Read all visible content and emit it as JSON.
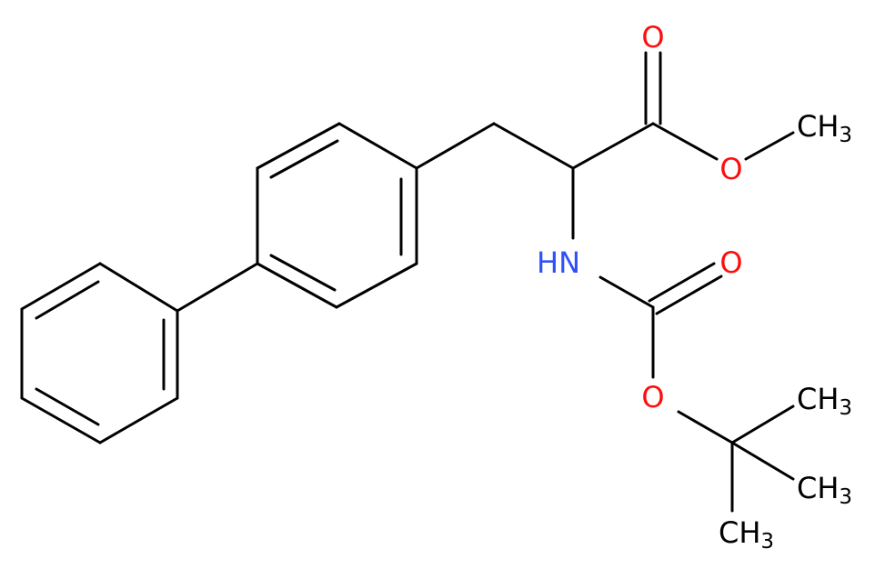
{
  "colors": {
    "bond": "#000000",
    "carbon": "#000000",
    "oxygen": "#ff0d0d",
    "nitrogen": "#3050f8",
    "background": "#ffffff"
  },
  "atoms": {
    "o_carbonyl_ester": "O",
    "o_ester": "O",
    "ch3_methyl_main": "CH",
    "ch3_methyl_sub": "3",
    "nh": "HN",
    "o_carbonyl_carbamate": "O",
    "o_carbamate": "O",
    "ch3_tbu_1_main": "CH",
    "ch3_tbu_1_sub": "3",
    "ch3_tbu_2_main": "CH",
    "ch3_tbu_2_sub": "3",
    "ch3_tbu_3_main": "CH",
    "ch3_tbu_3_sub": "3"
  }
}
